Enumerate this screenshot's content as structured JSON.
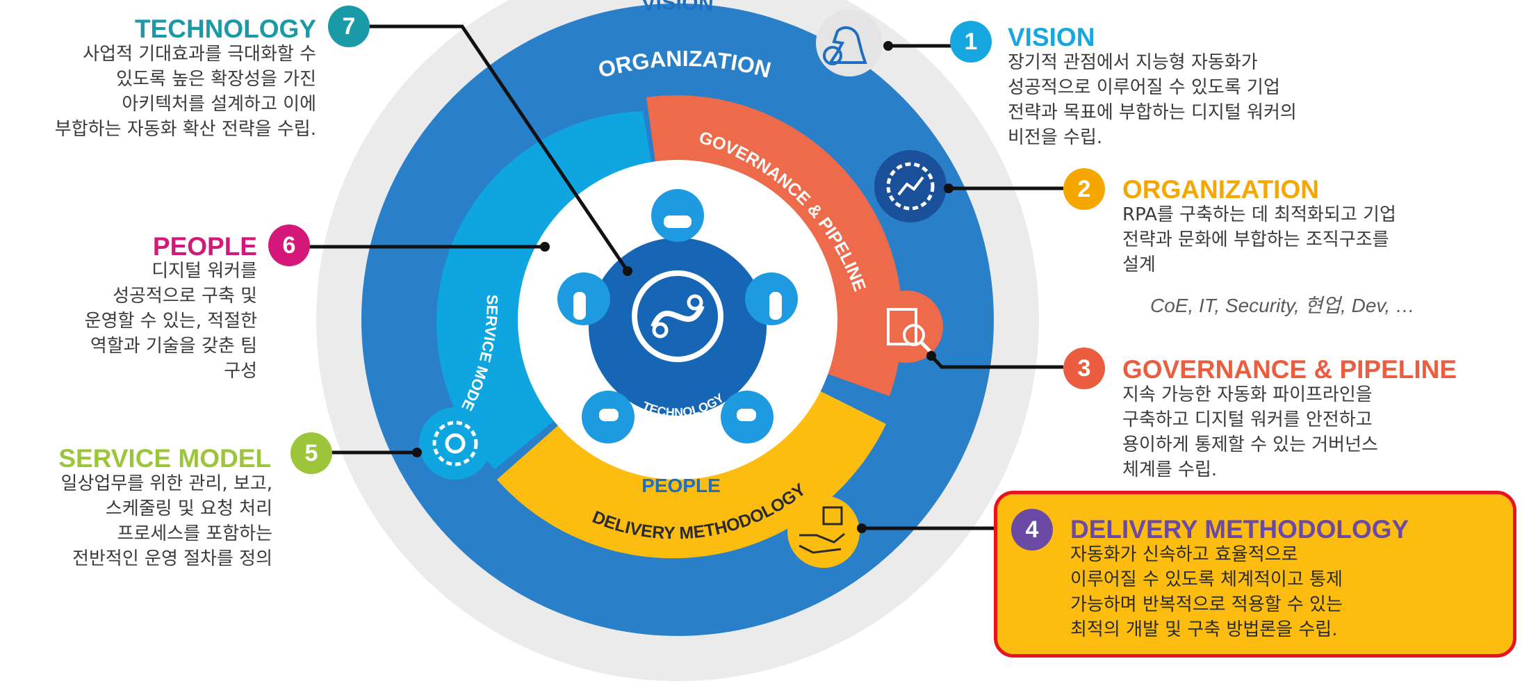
{
  "colors": {
    "outer_ring": "#ebebeb",
    "organization_ring": "#2a7fc9",
    "service_model": "#0ea5e1",
    "governance": "#ed6a4a",
    "delivery": "#fdbd10",
    "people_center": "#1666b5",
    "technology_teal": "#1a9aa6",
    "people_pink": "#d4187a",
    "service_green": "#9cc53b",
    "vision_blue": "#17a7e0",
    "organization_orange": "#f5a700",
    "governance_red": "#ea5d3f",
    "delivery_purple": "#6b4aa6",
    "highlight_border": "#e8141d"
  },
  "wheel": {
    "ring_vision": "VISION",
    "ring_organization": "ORGANIZATION",
    "ring_governance": "GOVERNANCE & PIPELINE",
    "ring_service_model": "SERVICE MODEL",
    "ring_delivery": "DELIVERY METHODOLOGY",
    "center_people": "PEOPLE",
    "center_technology": "TECHNOLOGY"
  },
  "items": {
    "vision": {
      "number": "1",
      "title": "VISION",
      "text": "장기적 관점에서 지능형 자동화가\n성공적으로 이루어질 수 있도록 기업\n전략과 목표에 부합하는 디지털 워커의\n비전을 수립.",
      "icon": "chess-knight-icon"
    },
    "organization": {
      "number": "2",
      "title": "ORGANIZATION",
      "text": "RPA를 구축하는 데 최적화되고 기업\n전략과 문화에 부합하는 조직구조를\n설계",
      "note": "CoE, IT, Security, 현업, Dev, …",
      "icon": "gear-chart-icon"
    },
    "governance": {
      "number": "3",
      "title": "GOVERNANCE & PIPELINE",
      "text": "지속 가능한 자동화 파이프라인을\n구축하고 디지털 워커를 안전하고\n용이하게 통제할 수 있는 거버넌스\n체계를 수립.",
      "icon": "document-search-icon"
    },
    "delivery": {
      "number": "4",
      "title": "DELIVERY METHODOLOGY",
      "text": "자동화가 신속하고 효율적으로\n이루어질 수 있도록 체계적이고 통제\n가능하며 반복적으로 적용할 수 있는\n최적의 개발 및 구축 방법론을 수립.",
      "icon": "hand-box-icon"
    },
    "service_model": {
      "number": "5",
      "title": "SERVICE MODEL",
      "text": "일상업무를 위한 관리, 보고,\n스케줄링 및 요청 처리\n프로세스를 포함하는\n전반적인 운영 절차를 정의",
      "icon": "gear-cycle-icon"
    },
    "people": {
      "number": "6",
      "title": "PEOPLE",
      "text": "디지털 워커를\n성공적으로 구축 및\n운영할 수 있는, 적절한\n역할과 기술을 갖춘 팀\n구성"
    },
    "technology": {
      "number": "7",
      "title": "TECHNOLOGY",
      "text": "사업적 기대효과를 극대화할 수\n있도록 높은 확장성을 가진\n아키텍처를 설계하고 이에\n부합하는 자동화 확산 전략을 수립."
    }
  }
}
